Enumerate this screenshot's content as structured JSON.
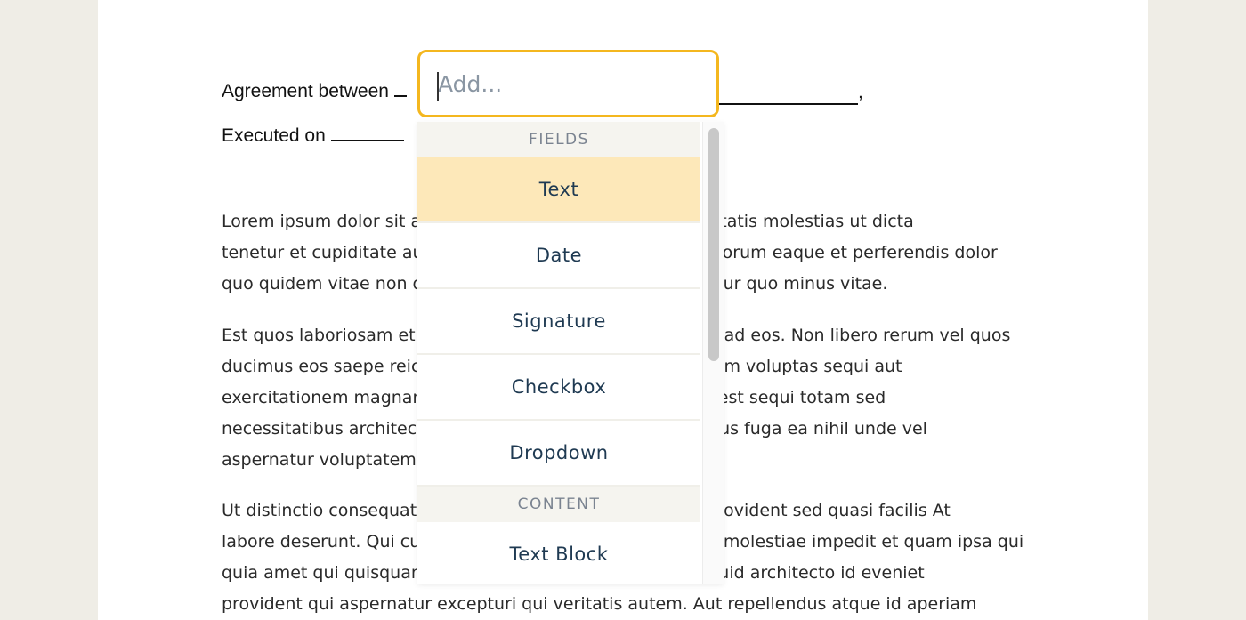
{
  "document": {
    "agreement_label": "Agreement between",
    "agreement_comma": ",",
    "executed_label": "Executed on",
    "paragraph1": [
      "Lorem ipsum dolor sit amet consectetur adipiscing elit veritatis molestias ut dicta",
      "tenetur et cupiditate aut voluptas aut laborum dolorem laborum eaque et perferendis dolor",
      "quo quidem vitae non doloribus neque in quasi ut aspernatur quo minus vitae."
    ],
    "paragraph2": [
      "Est quos laboriosam et nobis voluptatem et rerum quaerat ad eos. Non libero rerum vel quos",
      "ducimus eos saepe reiciendis quia et omnis rerum ut est rem voluptas sequi aut",
      "exercitationem magnam consectetur et accusamus et aut est sequi totam sed",
      "necessitatibus architecto aut et dignissimos et molestias bus fuga ea nihil unde vel",
      "aspernatur voluptatem amet."
    ],
    "paragraph3": [
      "Ut distinctio consequatur est facilis asperiores ut eum et provident sed quasi facilis At",
      "labore deserunt. Qui cumque voluptatem numquam et aut molestiae impedit et quam ipsa qui",
      "quia amet qui quisquam ipsa et quam perspiciatis. Est aliquid architecto id eveniet",
      "provident qui aspernatur excepturi qui veritatis autem. Aut repellendus atque id aperiam"
    ]
  },
  "popup": {
    "input_placeholder": "Add...",
    "sections": [
      {
        "header": "FIELDS",
        "items": [
          "Text",
          "Date",
          "Signature",
          "Checkbox",
          "Dropdown"
        ]
      },
      {
        "header": "CONTENT",
        "items": [
          "Text Block"
        ]
      }
    ],
    "highlighted_item": "Text"
  },
  "colors": {
    "input_border": "#f4b71f",
    "highlight_bg": "#fde8b9",
    "item_text": "#1f3a52",
    "section_header_text": "#7a8390",
    "page_background": "#efede6"
  }
}
